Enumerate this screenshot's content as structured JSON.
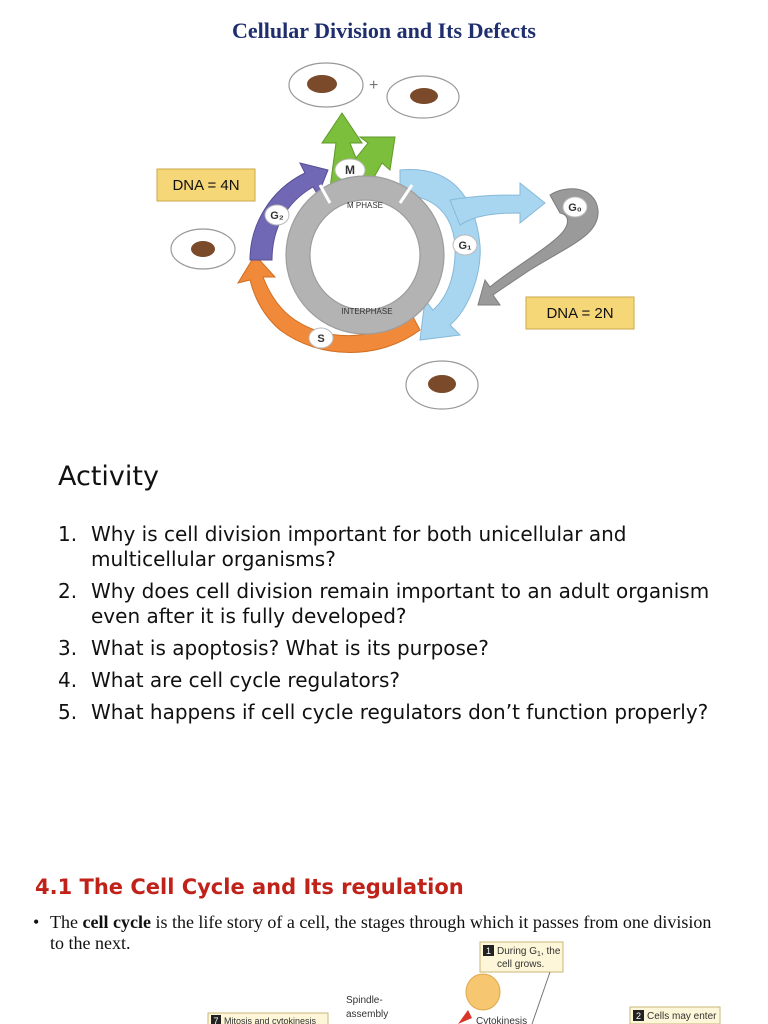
{
  "page": {
    "title": "Cellular Division and Its Defects"
  },
  "diagram": {
    "phase_labels": {
      "m": "M",
      "g2": "G₂",
      "g1": "G₁",
      "g0": "G₀",
      "s": "S",
      "m_phase": "M PHASE",
      "interphase": "INTERPHASE",
      "plus": "+"
    },
    "dna_boxes": {
      "left": "DNA = 4N",
      "right": "DNA = 2N"
    },
    "colors": {
      "m_arrow": "#7cbf3c",
      "g1_arrow": "#a8d5ef",
      "s_arrow": "#f08a3a",
      "g2_arrow": "#7068b4",
      "g0_arrow": "#9a9a9a",
      "ring": "#b3b3b3",
      "dna_box": "#f6d778",
      "nucleus": "#7a4a2a"
    }
  },
  "activity": {
    "heading": "Activity",
    "questions": [
      {
        "num": "1.",
        "text": "Why is cell division important for both unicellular and multicellular organisms?"
      },
      {
        "num": "2.",
        "text": "Why does cell division remain important to an adult organism even after it is fully developed?"
      },
      {
        "num": "3.",
        "text": "What is apoptosis? What is its purpose?"
      },
      {
        "num": "4.",
        "text": "What are cell cycle regulators?"
      },
      {
        "num": "5.",
        "text": "What happens if cell cycle regulators don’t function properly?"
      }
    ]
  },
  "section": {
    "heading": "4.1 The Cell Cycle and Its regulation",
    "bullet": {
      "pre": "The ",
      "bold": "cell cycle",
      "post": " is the life story of a cell, the stages through which it passes from one division to the next."
    }
  },
  "lower_figure": {
    "callout_1_num": "1",
    "callout_1_text_a": "During G",
    "callout_1_sub": "1",
    "callout_1_text_b": ", the",
    "callout_1_line2": "cell grows.",
    "callout_2_num": "2",
    "callout_2_text": "Cells may enter",
    "callout_7_num": "7",
    "callout_7_text": "Mitosis and cytokinesis",
    "spindle_line1": "Spindle-",
    "spindle_line2": "assembly",
    "cytokinesis": "Cytokinesis"
  }
}
